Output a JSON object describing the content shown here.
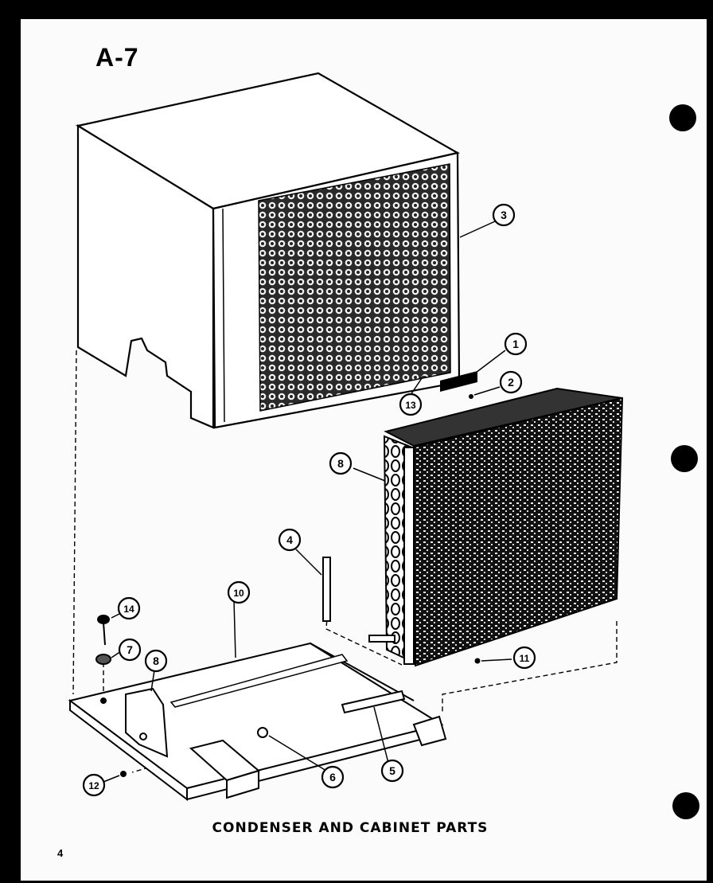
{
  "page_tag": "A-7",
  "caption": "CONDENSER AND CABINET PARTS",
  "page_number": "4",
  "callouts": [
    "1",
    "2",
    "3",
    "4",
    "5",
    "6",
    "7",
    "8",
    "8",
    "10",
    "11",
    "12",
    "13",
    "14"
  ]
}
